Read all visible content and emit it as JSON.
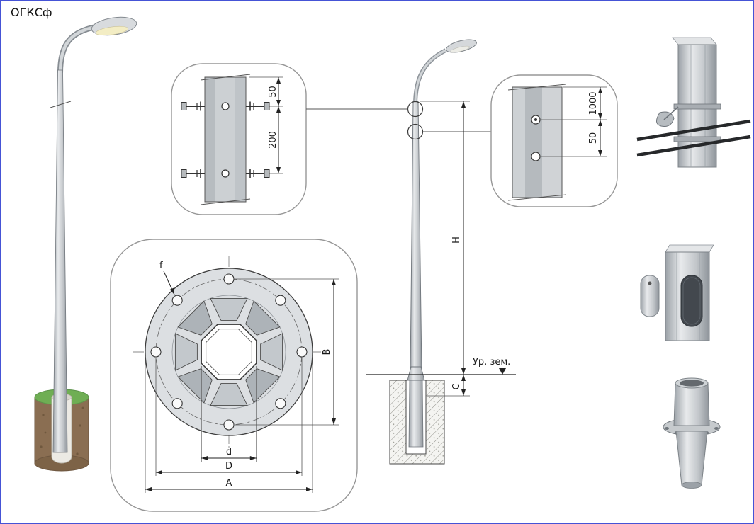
{
  "title": "ОГКСф",
  "detail_top": {
    "dim_50": "50",
    "dim_200": "200"
  },
  "detail_side": {
    "dim_1000": "1000",
    "dim_50": "50"
  },
  "flange": {
    "f": "f",
    "B": "B",
    "d": "d",
    "D": "D",
    "A": "A"
  },
  "elevation": {
    "H": "H",
    "C": "C",
    "ground": "Ур. зем."
  },
  "colors": {
    "pole_gray": "#c6cacd",
    "foundation_brown": "#8a6e52",
    "grass_green": "#6fae54",
    "line_dark": "#222222"
  }
}
